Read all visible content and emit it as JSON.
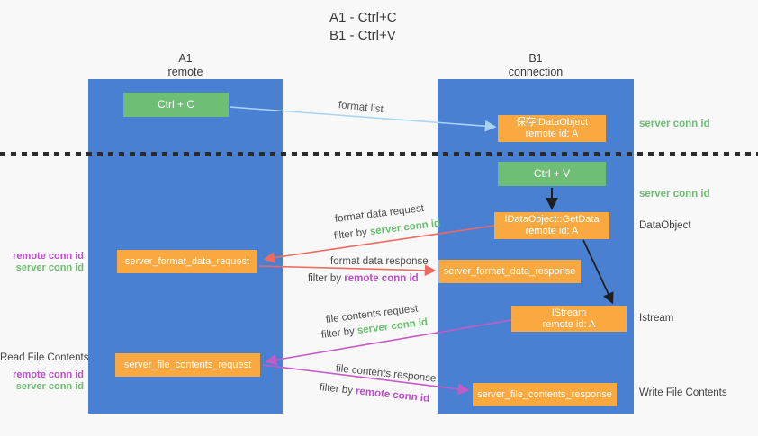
{
  "title": {
    "line1": "A1 - Ctrl+C",
    "line2": "B1 - Ctrl+V"
  },
  "lifelines": {
    "a1": {
      "name": "A1",
      "role": "remote"
    },
    "b1": {
      "name": "B1",
      "role": "connection"
    }
  },
  "nodes": {
    "ctrl_c": {
      "label": "Ctrl + C"
    },
    "ctrl_v": {
      "label": "Ctrl + V"
    },
    "save_dataobject": {
      "line1": "保存IDataObject",
      "line2": "remote id: A"
    },
    "getdata": {
      "line1": "IDataObject::GetData",
      "line2": "remote id: A"
    },
    "istream": {
      "line1": "IStream",
      "line2": "remote id: A"
    },
    "format_request": {
      "label": "server_format_data_request"
    },
    "format_response": {
      "label": "server_format_data_response"
    },
    "file_request": {
      "label": "server_file_contents_request"
    },
    "file_response": {
      "label": "server_file_contents_response"
    }
  },
  "flow_labels": {
    "format_list": "format list",
    "format_data_request": "format data request",
    "format_data_response": "format data response",
    "file_contents_request": "file contents request",
    "file_contents_response": "file contents response",
    "filter_by": "filter by ",
    "server_conn_id": "server conn id",
    "remote_conn_id": "remote conn id"
  },
  "side_labels": {
    "dataobject": "DataObject",
    "istream": "Istream",
    "write_file_contents": "Write File Contents",
    "read_file_contents": "Read File Contents"
  },
  "colors": {
    "background": "#f8f8f8",
    "column_blue": "#4a80d2",
    "box_green": "#6fbe75",
    "box_orange": "#f9a940",
    "arrow_lightblue": "#a9d5f2",
    "arrow_red": "#ee6a5f",
    "arrow_magenta": "#c45bc7",
    "arrow_black": "#1f1f1f",
    "text_green": "#6abf6e",
    "text_purple": "#bb4ec8",
    "text_dark": "#3f3f3f"
  }
}
